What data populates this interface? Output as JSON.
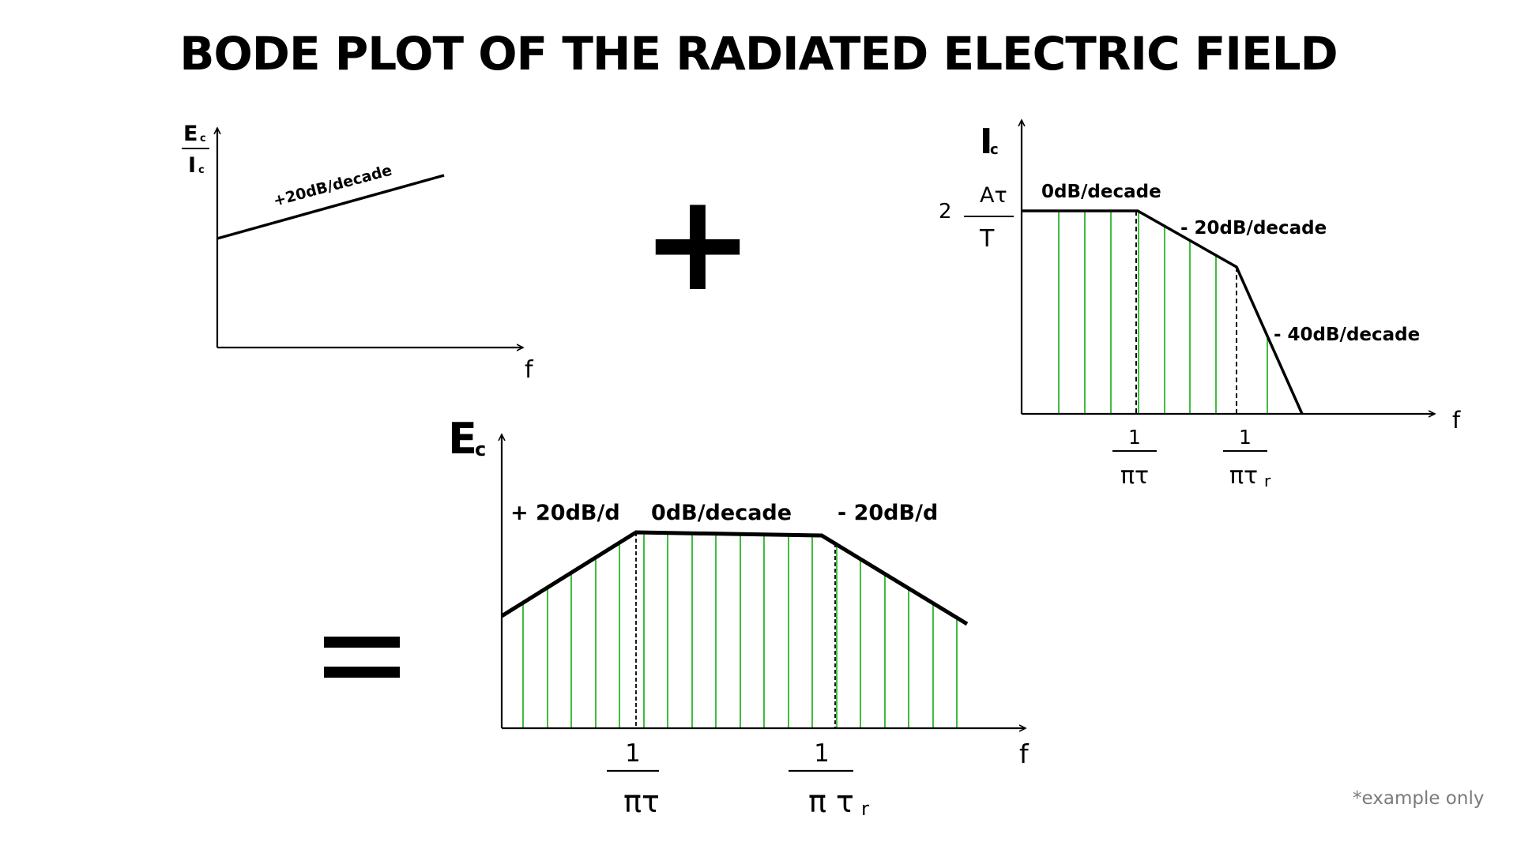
{
  "title": "BODE PLOT OF THE RADIATED ELECTRIC FIELD",
  "footnote": "*example only",
  "colors": {
    "shading": "#2bb52b",
    "line": "#000000",
    "note": "#7b7b7b"
  },
  "plot_ratio": {
    "y_num": "E",
    "y_num_sub": "c",
    "y_den": "I",
    "y_den_sub": "c",
    "x_label": "f",
    "slope_label": "+20dB/decade"
  },
  "operators": {
    "plus": "+",
    "equals": "="
  },
  "plot_current": {
    "y_label": "I",
    "y_label_sub": "c",
    "level_coef": "2",
    "level_num": "Aτ",
    "level_den": "T",
    "x_label": "f",
    "seg1_label": "0dB/decade",
    "seg2_label": "- 20dB/decade",
    "seg3_label": "- 40dB/decade",
    "tick1_num": "1",
    "tick1_den": "πτ",
    "tick2_num": "1",
    "tick2_den": "πτ",
    "tick2_den_sub": "r"
  },
  "plot_field": {
    "y_label": "E",
    "y_label_sub": "c",
    "x_label": "f",
    "seg1_label": "+ 20dB/d",
    "seg2_label": "0dB/decade",
    "seg3_label": "- 20dB/d",
    "tick1_num": "1",
    "tick1_den": "πτ",
    "tick2_num": "1",
    "tick2_den": "π τ",
    "tick2_den_sub": "r"
  }
}
